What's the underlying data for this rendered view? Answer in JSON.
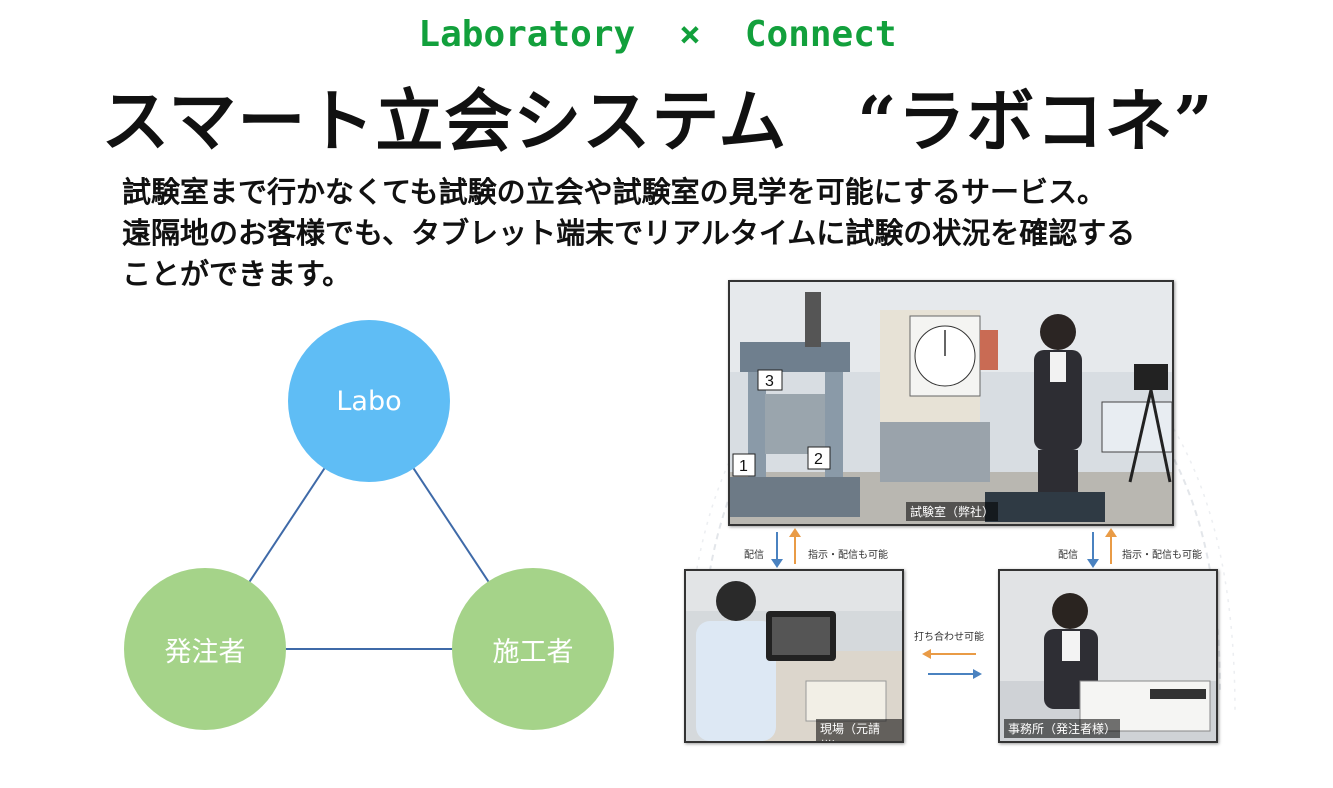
{
  "header": {
    "subtitle_left": "Laboratory",
    "subtitle_times": "×",
    "subtitle_right": "Connect",
    "title_main": "スマート立会システム",
    "title_name": "“ラボコネ”"
  },
  "description": {
    "line1": "試験室まで行かなくても試験の立会や試験室の見学を可能にするサービス。",
    "line2": "遠隔地のお客様でも、タブレット端末でリアルタイムに試験の状況を確認する",
    "line3": "ことができます。"
  },
  "diagram": {
    "top_node": "Labo",
    "left_node": "発注者",
    "right_node": "施工者",
    "colors": {
      "top": "#5fbdf5",
      "bottom": "#a5d389",
      "lines": "#3f6aa8"
    }
  },
  "photos": {
    "lab_caption": "試験室（弊社）",
    "site_caption": "現場（元請様）",
    "office_caption": "事務所（発注者様）",
    "left_deliver": "配信",
    "left_instruct": "指示・配信も可能",
    "right_deliver": "配信",
    "right_instruct": "指示・配信も可能",
    "meeting": "打ち合わせ可能",
    "lab_numbers": [
      "3",
      "1",
      "2"
    ]
  }
}
